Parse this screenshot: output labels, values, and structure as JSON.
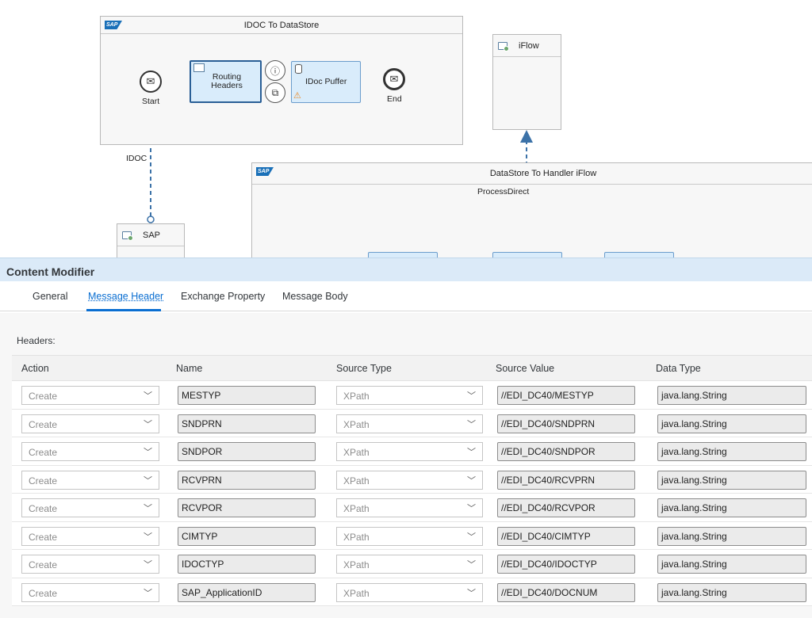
{
  "canvas": {
    "pool_top": {
      "title": "IDOC To DataStore",
      "logo": "SAP"
    },
    "pool_bottom": {
      "title": "DataStore To Handler iFlow",
      "subtitle": "ProcessDirect",
      "logo": "SAP"
    },
    "iflow_box": {
      "label": "iFlow"
    },
    "sap_box": {
      "label": "SAP"
    },
    "start_label": "Start",
    "end_label": "End",
    "routing_step": "Routing Headers",
    "idoc_step": "IDoc Puffer",
    "idoc_conn_label": "IDOC",
    "icons": {
      "start": "envelope-icon",
      "end": "envelope-icon",
      "info": "info-icon",
      "copy": "copy-icon",
      "db": "database-icon",
      "warn": "warning-icon",
      "sys": "system-icon"
    }
  },
  "panel": {
    "title": "Content Modifier",
    "tabs": [
      "General",
      "Message Header",
      "Exchange Property",
      "Message Body"
    ],
    "active_tab": "Message Header",
    "section_label": "Headers:",
    "columns": [
      "Action",
      "Name",
      "Source Type",
      "Source Value",
      "Data Type"
    ],
    "rows": [
      {
        "action": "Create",
        "name": "MESTYP",
        "source_type": "XPath",
        "source_value": "//EDI_DC40/MESTYP",
        "data_type": "java.lang.String"
      },
      {
        "action": "Create",
        "name": "SNDPRN",
        "source_type": "XPath",
        "source_value": "//EDI_DC40/SNDPRN",
        "data_type": "java.lang.String"
      },
      {
        "action": "Create",
        "name": "SNDPOR",
        "source_type": "XPath",
        "source_value": "//EDI_DC40/SNDPOR",
        "data_type": "java.lang.String"
      },
      {
        "action": "Create",
        "name": "RCVPRN",
        "source_type": "XPath",
        "source_value": "//EDI_DC40/RCVPRN",
        "data_type": "java.lang.String"
      },
      {
        "action": "Create",
        "name": "RCVPOR",
        "source_type": "XPath",
        "source_value": "//EDI_DC40/RCVPOR",
        "data_type": "java.lang.String"
      },
      {
        "action": "Create",
        "name": "CIMTYP",
        "source_type": "XPath",
        "source_value": "//EDI_DC40/CIMTYP",
        "data_type": "java.lang.String"
      },
      {
        "action": "Create",
        "name": "IDOCTYP",
        "source_type": "XPath",
        "source_value": "//EDI_DC40/IDOCTYP",
        "data_type": "java.lang.String"
      },
      {
        "action": "Create",
        "name": "SAP_ApplicationID",
        "source_type": "XPath",
        "source_value": "//EDI_DC40/DOCNUM",
        "data_type": "java.lang.String"
      }
    ],
    "colors": {
      "accent": "#0a6ed1",
      "header_bg": "#dbeaf8",
      "step_fill": "#d9ecfb",
      "connector": "#3c72a8"
    }
  }
}
